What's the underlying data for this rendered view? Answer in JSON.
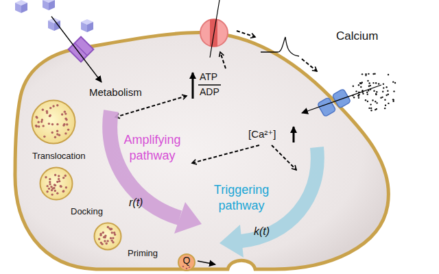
{
  "diagram": {
    "nodes": [
      {
        "text": [
          "Translocation"
        ]
      },
      {
        "text": [
          "Docking"
        ]
      },
      {
        "text": [
          "Priming"
        ]
      },
      {
        "text": [
          "Q"
        ]
      }
    ],
    "labels": [
      "Calcium",
      "Metabolism",
      "ATP",
      "ADP",
      "[Ca²⁺]",
      "Amplifying pathway",
      "Triggering pathway",
      "r(t)",
      "k(t)"
    ]
  }
}
